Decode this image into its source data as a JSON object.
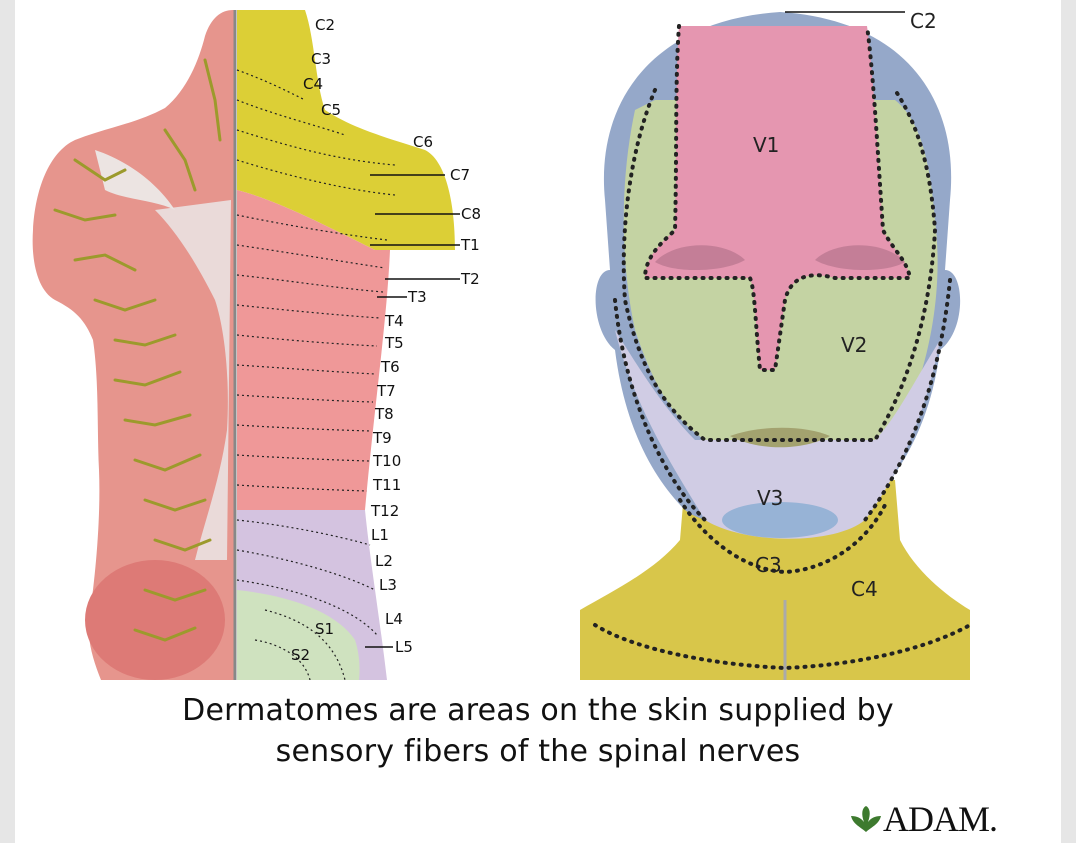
{
  "caption": {
    "line1": "Dermatomes are areas on the skin supplied by",
    "line2": "sensory fibers of the spinal nerves"
  },
  "logo": {
    "text": "ADAM.",
    "icon": "leaf-icon"
  },
  "back_labels": [
    "C2",
    "C3",
    "C4",
    "C5",
    "C6",
    "C7",
    "C8",
    "T1",
    "T2",
    "T3",
    "T4",
    "T5",
    "T6",
    "T7",
    "T8",
    "T9",
    "T10",
    "T11",
    "T12",
    "L1",
    "L2",
    "L3",
    "L4",
    "L5",
    "S1",
    "S2"
  ],
  "head_labels": {
    "c2": "C2",
    "v1": "V1",
    "v2": "V2",
    "v3": "V3",
    "c3": "C3",
    "c4": "C4"
  },
  "colors": {
    "cervical_yellow": "#dccf36",
    "thoracic_red": "#ef9898",
    "lumbar_lavender": "#d4c3e0",
    "sacral_green": "#cfe2bf",
    "v1_pink": "#e596b0",
    "v2_green": "#c4d3a3",
    "v3_lavender": "#d0cce4",
    "scalp_blue": "#95a8c9",
    "neck_yellow": "#d8c64a",
    "muscle_red": "#d76b66",
    "nerve_olive": "#9c9a2c"
  }
}
